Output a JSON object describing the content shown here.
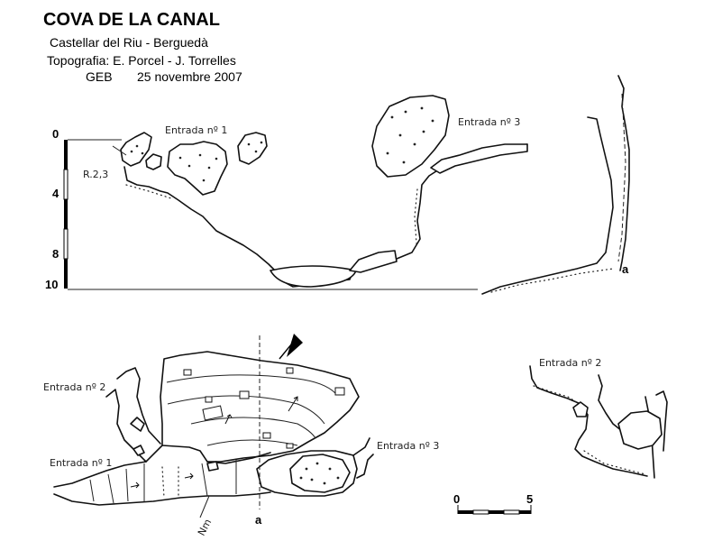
{
  "header": {
    "title": "COVA DE LA CANAL",
    "location": "Castellar del Riu - Berguedà",
    "topography": "Topografia: E. Porcel - J. Torrelles",
    "club": "GEB",
    "date": "25 novembre 2007"
  },
  "profile": {
    "entrance_1": "Entrada nº 1",
    "entrance_3": "Entrada nº 3",
    "rope_note": "R.2,3",
    "point_a": "a",
    "depth_ticks": [
      "0",
      "4",
      "8",
      "10"
    ]
  },
  "plan": {
    "entrance_1": "Entrada nº 1",
    "entrance_2": "Entrada nº 2",
    "entrance_3": "Entrada nº 3",
    "north": "Nm",
    "point_a": "a"
  },
  "section": {
    "entrance_2": "Entrada nº 2"
  },
  "scale": {
    "min": "0",
    "max": "5"
  }
}
